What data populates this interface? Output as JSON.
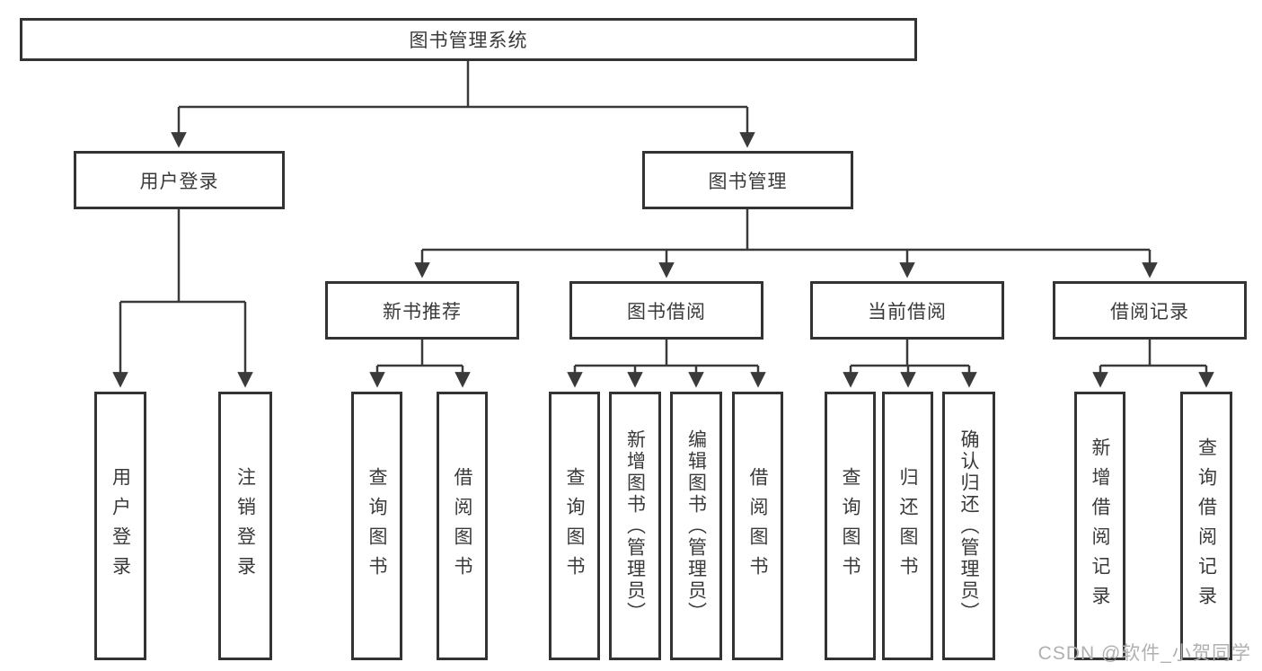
{
  "diagram": {
    "root": {
      "label": "图书管理系统"
    },
    "branches": [
      {
        "label": "用户登录",
        "children": [
          {
            "label": "用户登录"
          },
          {
            "label": "注销登录"
          }
        ]
      },
      {
        "label": "图书管理",
        "children": [
          {
            "label": "新书推荐",
            "children": [
              {
                "label": "查询图书"
              },
              {
                "label": "借阅图书"
              }
            ]
          },
          {
            "label": "图书借阅",
            "children": [
              {
                "label": "查询图书"
              },
              {
                "label": "新增图书（管理员）"
              },
              {
                "label": "编辑图书（管理员）"
              },
              {
                "label": "借阅图书"
              }
            ]
          },
          {
            "label": "当前借阅",
            "children": [
              {
                "label": "查询图书"
              },
              {
                "label": "归还图书"
              },
              {
                "label": "确认归还（管理员）"
              }
            ]
          },
          {
            "label": "借阅记录",
            "children": [
              {
                "label": "新增借阅记录"
              },
              {
                "label": "查询借阅记录"
              }
            ]
          }
        ]
      }
    ],
    "watermark": {
      "text": "CSDN @软件_小贺同学",
      "color": "#b0b0b0"
    },
    "colors": {
      "box_border": "#333333",
      "text": "#3a3a3a",
      "connector": "#3a3a3a",
      "background": "#ffffff"
    }
  }
}
